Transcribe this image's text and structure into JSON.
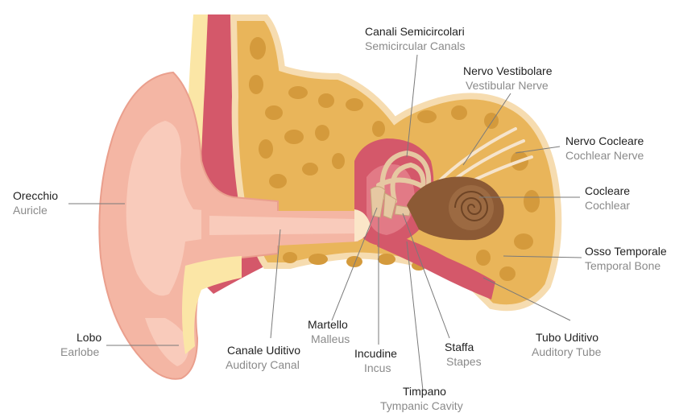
{
  "labels": {
    "auricle": {
      "it": "Orecchio",
      "en": "Auricle"
    },
    "earlobe": {
      "it": "Lobo",
      "en": "Earlobe"
    },
    "auditory_canal": {
      "it": "Canale Uditivo",
      "en": "Auditory Canal"
    },
    "malleus": {
      "it": "Martello",
      "en": "Malleus"
    },
    "incus": {
      "it": "Incudine",
      "en": "Incus"
    },
    "tympanic_cavity": {
      "it": "Timpano",
      "en": "Tympanic Cavity"
    },
    "stapes": {
      "it": "Staffa",
      "en": "Stapes"
    },
    "semicircular_canals": {
      "it": "Canali Semicircolari",
      "en": "Semicircular Canals"
    },
    "vestibular_nerve": {
      "it": "Nervo Vestibolare",
      "en": "Vestibular Nerve"
    },
    "cochlear_nerve": {
      "it": "Nervo Cocleare",
      "en": "Cochlear Nerve"
    },
    "cochlear": {
      "it": "Cocleare",
      "en": "Cochlear"
    },
    "temporal_bone": {
      "it": "Osso Temporale",
      "en": "Temporal Bone"
    },
    "auditory_tube": {
      "it": "Tubo Uditivo",
      "en": "Auditory Tube"
    }
  },
  "colors": {
    "italian_text": "#1f1f1f",
    "english_text": "#8a8a8a",
    "skin": "#f4b6a4",
    "skin_light": "#f9cbbb",
    "cartilage": "#fbe6a6",
    "bone": "#e9b55a",
    "bone_hole": "#d49a3c",
    "tissue": "#d4586a",
    "cochlea": "#8c5a35"
  }
}
